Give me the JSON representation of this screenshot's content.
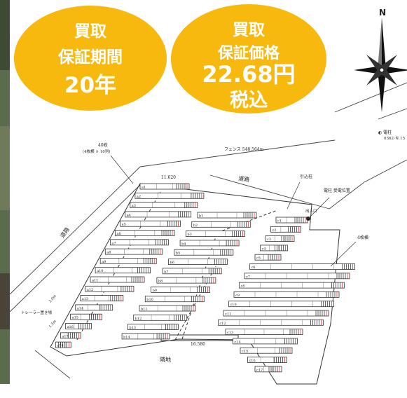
{
  "badges": {
    "guarantee_period": {
      "line1": "買取",
      "line2": "保証期間",
      "line3": "20年"
    },
    "guarantee_price": {
      "line1": "買取",
      "line2": "保証価格",
      "line3": "22.68円",
      "line4": "税込"
    }
  },
  "compass": {
    "north_label": "N"
  },
  "site": {
    "panel_group_label": "40枚",
    "panel_group_sub": "(4枚横 × 10列)",
    "fence_label": "フェンス  548.564m",
    "utility_pole_label": "◐ 電柱",
    "utility_pole_id": "0362-Ｎ 15",
    "road_top": "道路",
    "road_left": "道路",
    "lead_in_pole": "引込柱",
    "pole_meter": "電柱  受電位置",
    "exit_label": "出入口",
    "four_wide_label": "4枚横",
    "trailer_label": "トレーラー置き場",
    "adjacent_land": "隣地",
    "dim_top": "11.620",
    "dim_bottom": "16.580",
    "dim_side_1": "2.0m",
    "dim_side_2": "1.5m"
  },
  "rows": {
    "a": [
      "a1",
      "a2",
      "a3",
      "a4",
      "a5",
      "a6",
      "a7",
      "a8",
      "a9",
      "a10",
      "a11",
      "a12",
      "a13",
      "a14",
      "a15",
      "a16",
      "a17",
      "a18"
    ],
    "b": [
      "b1",
      "b2",
      "b3",
      "b4",
      "b5",
      "b6",
      "b7",
      "b8",
      "b9",
      "b10",
      "b11",
      "b12",
      "b13",
      "b14"
    ],
    "c": [
      "c1",
      "c2",
      "c3",
      "c4",
      "c5",
      "c6",
      "c7",
      "c8",
      "c9",
      "c10",
      "c11",
      "c12",
      "c13",
      "c14",
      "c15",
      "c16",
      "c17"
    ]
  },
  "colors": {
    "badge": "#f7b90d",
    "line": "#333333",
    "accent": "#cc2222",
    "photo": "#4a5a40"
  }
}
